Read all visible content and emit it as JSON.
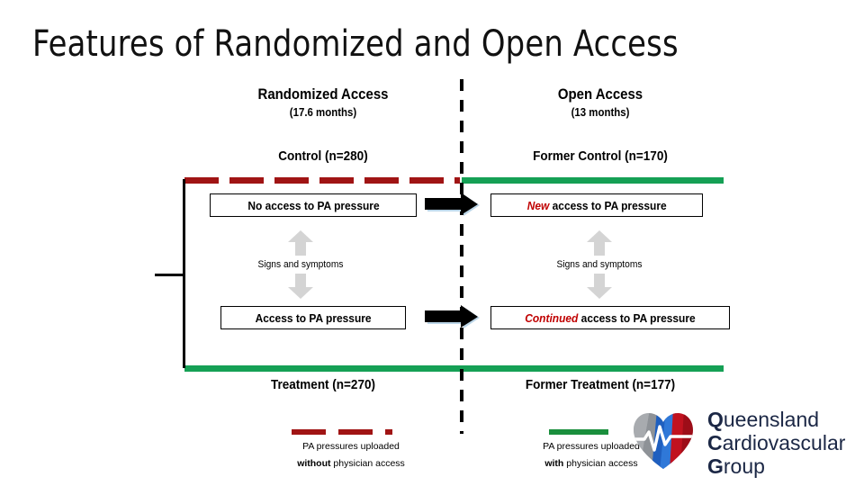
{
  "slide": {
    "title": "Features of Randomized and Open Access",
    "background_color": "#ffffff"
  },
  "colors": {
    "red": "#a01414",
    "green": "#15a055",
    "emphasis_red": "#c00000",
    "logo_navy": "#1b2745",
    "gray_arrow": "#d0d0d0",
    "black": "#000000"
  },
  "columns": {
    "left": {
      "phase": "Randomized Access",
      "duration": "(17.6 months)",
      "top_group": "Control (n=280)",
      "bottom_group": "Treatment (n=270)",
      "top_box": {
        "emphasis": "",
        "text": "No access to PA pressure"
      },
      "bottom_box": {
        "emphasis": "",
        "text": "Access to PA pressure"
      },
      "middle_label": "Signs and symptoms",
      "top_rule_style": "dashed-red",
      "bottom_rule_style": "solid-green"
    },
    "right": {
      "phase": "Open Access",
      "duration": "(13 months)",
      "top_group": "Former Control (n=170)",
      "bottom_group": "Former Treatment (n=177)",
      "top_box": {
        "emphasis": "New",
        "text": " access to PA pressure"
      },
      "bottom_box": {
        "emphasis": "Continued",
        "text": " access to PA pressure"
      },
      "middle_label": "Signs and symptoms",
      "top_rule_style": "solid-green",
      "bottom_rule_style": "solid-green"
    }
  },
  "legend": {
    "left": {
      "swatch": "dashed-red",
      "line1": "PA pressures uploaded",
      "bold_word": "without",
      "line2_rest": " physician access"
    },
    "right": {
      "swatch": "solid-green",
      "line1": "PA pressures uploaded",
      "bold_word": "with",
      "line2_rest": " physician access"
    }
  },
  "logo": {
    "line1_cap": "Q",
    "line1_rest": "ueensland",
    "line2_cap": "C",
    "line2_rest": "ardiovascular",
    "line3_cap": "G",
    "line3_rest": "roup"
  }
}
